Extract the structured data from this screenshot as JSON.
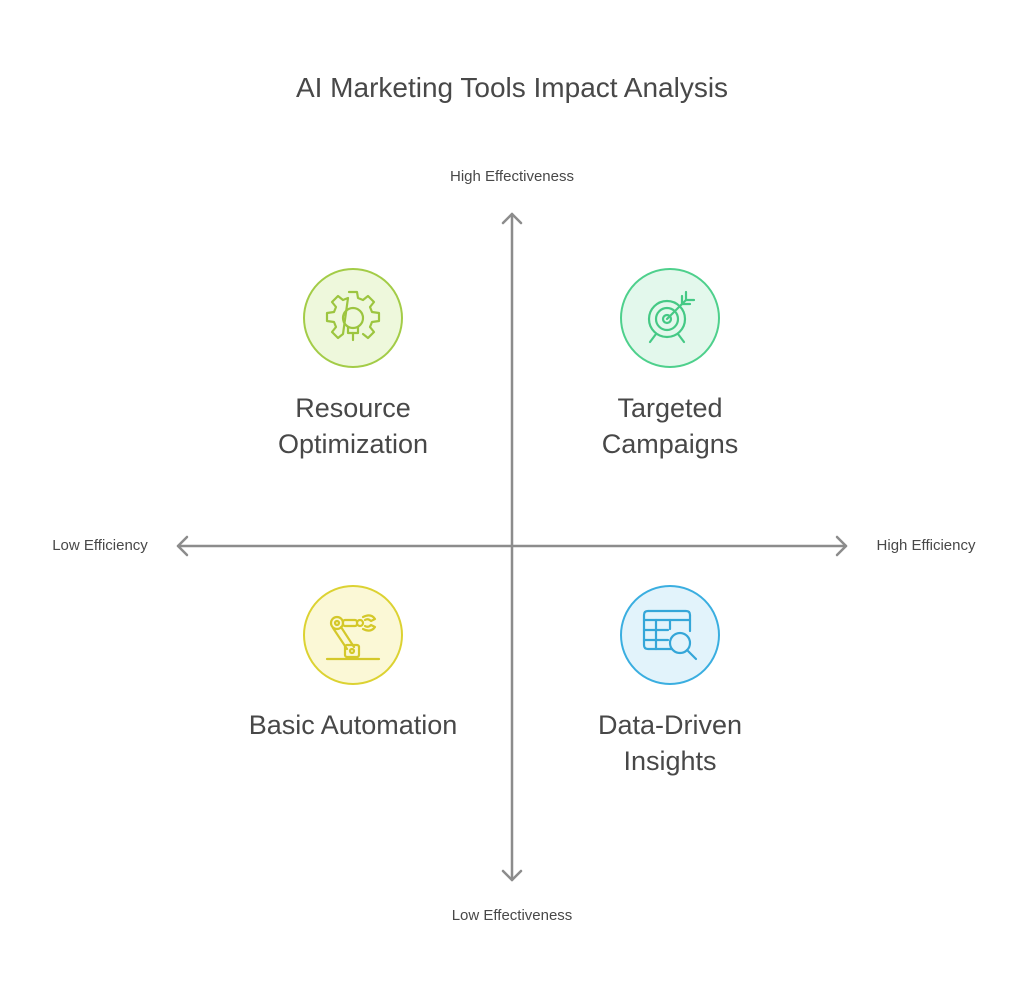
{
  "title": "AI Marketing Tools Impact Analysis",
  "axes": {
    "top": "High Effectiveness",
    "bottom": "Low Effectiveness",
    "left": "Low Efficiency",
    "right": "High Efficiency"
  },
  "quadrants": {
    "top_left": {
      "line1": "Resource",
      "line2": "Optimization",
      "icon": "gear-lightbulb-icon",
      "color": "#a3cc47"
    },
    "top_right": {
      "line1": "Targeted",
      "line2": "Campaigns",
      "icon": "target-arrow-icon",
      "color": "#4ed08c"
    },
    "bottom_left": {
      "line1": "Basic Automation",
      "line2": "",
      "icon": "robot-arm-icon",
      "color": "#dcd232"
    },
    "bottom_right": {
      "line1": "Data-Driven",
      "line2": "Insights",
      "icon": "table-magnifier-icon",
      "color": "#3aaee0"
    }
  }
}
